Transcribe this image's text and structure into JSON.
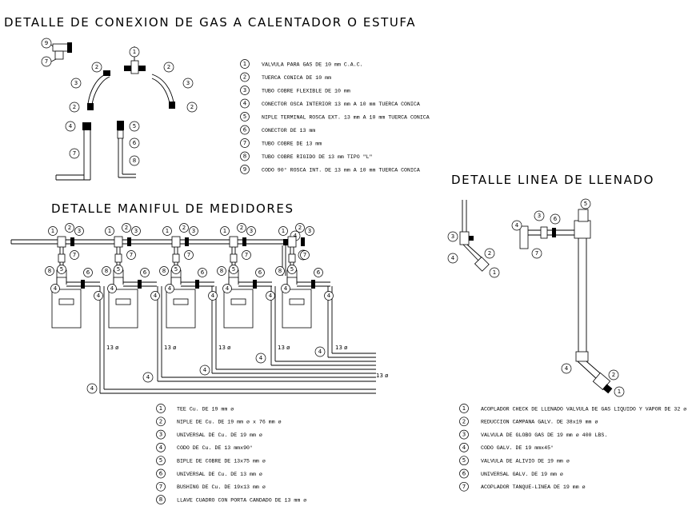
{
  "titles": {
    "gas_connection": "DETALLE DE CONEXION DE GAS A CALENTADOR O ESTUFA",
    "manifold": "DETALLE MANIFUL DE MEDIDORES",
    "fill_line": "DETALLE LINEA DE LLENADO"
  },
  "legend_gas": [
    {
      "n": "1",
      "text": "VALVULA PARA GAS DE 10 mm C.A.C."
    },
    {
      "n": "2",
      "text": "TUERCA CONICA DE 10 mm"
    },
    {
      "n": "3",
      "text": "TUBO COBRE FLEXIBLE DE 10 mm"
    },
    {
      "n": "4",
      "text": "CONECTOR OSCA INTERIOR 13 mm A 10 mm TUERCA CONICA"
    },
    {
      "n": "5",
      "text": "NIPLE TERMINAL ROSCA EXT. 13 mm A 10 mm TUERCA CONICA"
    },
    {
      "n": "6",
      "text": "CONECTOR DE 13 mm"
    },
    {
      "n": "7",
      "text": "TUBO COBRE DE 13 mm"
    },
    {
      "n": "8",
      "text": "TUBO COBRE RIGIDO DE 13 mm TIPO \"L\""
    },
    {
      "n": "9",
      "text": "CODO 90° ROSCA INT. DE 13 mm A 10 mm TUERCA CONICA"
    }
  ],
  "legend_manifold": [
    {
      "n": "1",
      "text": "TEE Cu. DE 19 mm ø"
    },
    {
      "n": "2",
      "text": "NIPLE DE Cu. DE 19 mm ø x 76 mm ø"
    },
    {
      "n": "3",
      "text": "UNIVERSAL DE Cu. DE 19 mm ø"
    },
    {
      "n": "4",
      "text": "CODO DE Cu. DE 13 mmx90°"
    },
    {
      "n": "5",
      "text": "BIPLE DE COBRE DE 13x75 mm ø"
    },
    {
      "n": "6",
      "text": "UNIVERSAL DE Cu. DE 13 mm ø"
    },
    {
      "n": "7",
      "text": "BUSHING DE Cu. DE 19x13 mm ø"
    },
    {
      "n": "8",
      "text": "LLAVE CUADRO CON PORTA CANDADO DE 13 mm ø"
    }
  ],
  "legend_fill": [
    {
      "n": "1",
      "text": "ACOPLADOR CHECK DE LLENADO VALVULA DE GAS LIQUIDO Y VAPOR DE 32 ø"
    },
    {
      "n": "2",
      "text": "REDUCCION CAMPANA GALV. DE 38x19 mm ø"
    },
    {
      "n": "3",
      "text": "VALVULA DE GLOBO GAS DE 19 mm ø 400 LBS."
    },
    {
      "n": "4",
      "text": "CODO GALV. DE 19 mmx45°"
    },
    {
      "n": "5",
      "text": "VALVULA DE ALIVIO DE 19 mm ø"
    },
    {
      "n": "6",
      "text": "UNIVERSAL GALV. DE 19 mm ø"
    },
    {
      "n": "7",
      "text": "ACOPLADOR TANQUE-LINEA DE 19 mm ø"
    }
  ],
  "pipe_label": "13 ø"
}
